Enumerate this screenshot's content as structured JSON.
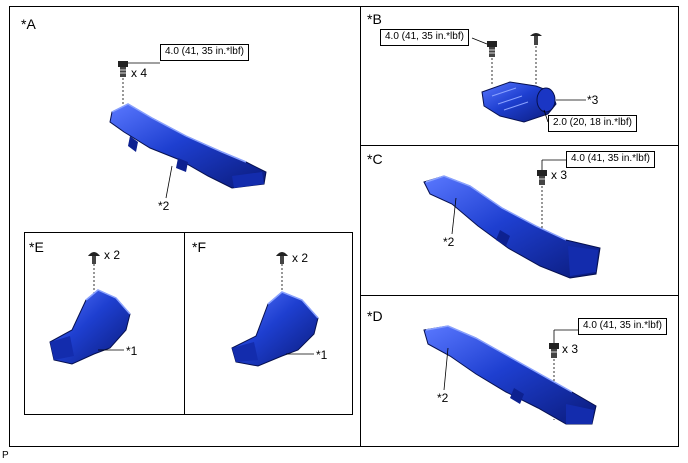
{
  "panels": {
    "a": {
      "label": "*A",
      "torque": "4.0 (41, 35 in.*lbf)",
      "qty": "x 4",
      "part": "*2"
    },
    "b": {
      "label": "*B",
      "torque_top": "4.0 (41, 35 in.*lbf)",
      "torque_bottom": "2.0 (20, 18 in.*lbf)",
      "part": "*3"
    },
    "c": {
      "label": "*C",
      "torque": "4.0 (41, 35 in.*lbf)",
      "qty": "x 3",
      "part": "*2"
    },
    "d": {
      "label": "*D",
      "torque": "4.0 (41, 35 in.*lbf)",
      "qty": "x 3",
      "part": "*2"
    },
    "e": {
      "label": "*E",
      "qty": "x 2",
      "part": "*1"
    },
    "f": {
      "label": "*F",
      "qty": "x 2",
      "part": "*1"
    }
  },
  "figure_id": "P",
  "colors": {
    "part_fill": "#1e3fd0",
    "part_dark": "#0a1a7a",
    "part_light": "#6a86ff"
  }
}
